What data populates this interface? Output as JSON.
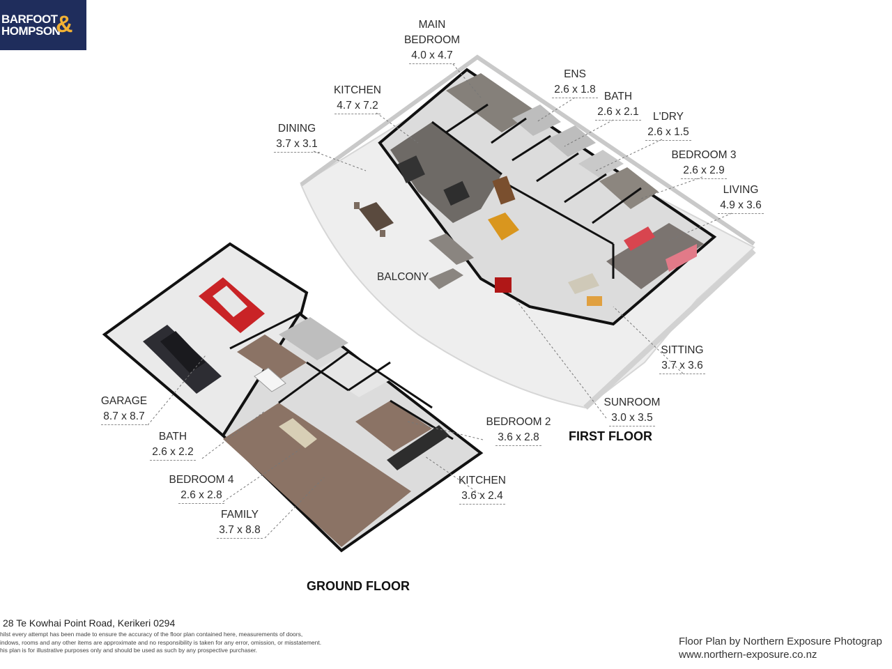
{
  "logo": {
    "line1": "BARFOOT",
    "line2": "HOMPSON",
    "ampersand": "&"
  },
  "floors": {
    "first": "FIRST FLOOR",
    "ground": "GROUND FLOOR"
  },
  "rooms": {
    "main_bedroom": {
      "name1": "MAIN",
      "name2": "BEDROOM",
      "size": "4.0 x 4.7"
    },
    "ens": {
      "name": "ENS",
      "size": "2.6 x 1.8"
    },
    "bath_first": {
      "name": "BATH",
      "size": "2.6 x 2.1"
    },
    "laundry": {
      "name": "L'DRY",
      "size": "2.6 x 1.5"
    },
    "bedroom3": {
      "name": "BEDROOM 3",
      "size": "2.6 x 2.9"
    },
    "living": {
      "name": "LIVING",
      "size": "4.9 x 3.6"
    },
    "kitchen_first": {
      "name": "KITCHEN",
      "size": "4.7 x 7.2"
    },
    "dining": {
      "name": "DINING",
      "size": "3.7 x 3.1"
    },
    "balcony": {
      "name": "BALCONY"
    },
    "sitting": {
      "name": "SITTING",
      "size": "3.7 x 3.6"
    },
    "sunroom": {
      "name": "SUNROOM",
      "size": "3.0 x 3.5"
    },
    "garage": {
      "name": "GARAGE",
      "size": "8.7 x 8.7"
    },
    "bath_ground": {
      "name": "BATH",
      "size": "2.6 x 2.2"
    },
    "bedroom4": {
      "name": "BEDROOM 4",
      "size": "2.6 x 2.8"
    },
    "family": {
      "name": "FAMILY",
      "size": "3.7 x 8.8"
    },
    "bedroom2": {
      "name": "BEDROOM 2",
      "size": "3.6 x 2.8"
    },
    "kitchen_ground": {
      "name": "KITCHEN",
      "size": "3.6 x 2.4"
    }
  },
  "footer": {
    "address": "28 Te Kowhai Point Road, Kerikeri 0294",
    "disclaimer1": "hilst every attempt has been made to ensure the accuracy of the floor plan contained here, measurements of doors,",
    "disclaimer2": "indows, rooms and any other items are approximate and no responsibility is taken for any error, omission, or misstatement.",
    "disclaimer3": "his plan is for illustrative purposes only and should be used as such by any prospective purchaser.",
    "credit1": "Floor Plan by Northern Exposure Photograp",
    "credit2": "www.northern-exposure.co.nz"
  },
  "colors": {
    "brand_navy": "#1f2d5c",
    "brand_gold": "#f2b134",
    "wall": "#111111",
    "floor_tile": "#6e6a66",
    "floor_wood": "#8b7365",
    "deck": "#efefef"
  }
}
